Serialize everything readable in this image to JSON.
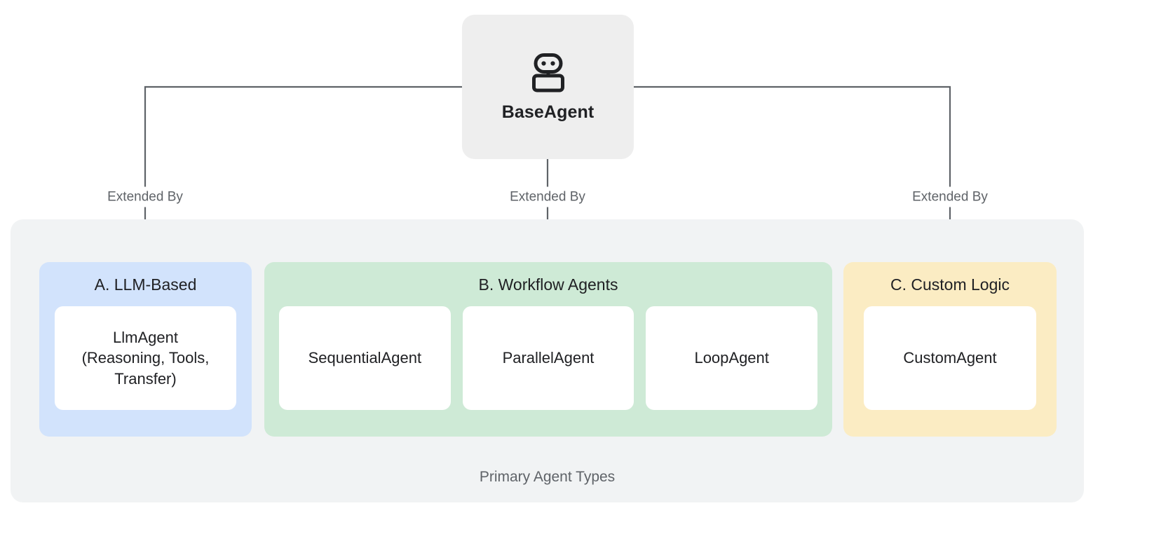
{
  "diagram": {
    "caption": "Primary Agent Types",
    "root": {
      "label": "BaseAgent",
      "icon": "robot-icon",
      "color": "#eeeeee"
    },
    "edges": [
      {
        "label": "Extended By",
        "target": "A. LLM-Based"
      },
      {
        "label": "Extended By",
        "target": "B. Workflow Agents"
      },
      {
        "label": "Extended By",
        "target": "C. Custom Logic"
      }
    ],
    "edge_color": "#5f6368",
    "container_color": "#f1f3f4",
    "groups": [
      {
        "key": "llm",
        "title": "A. LLM-Based",
        "color": "#d2e3fc",
        "cards": [
          {
            "label": "LlmAgent\n(Reasoning, Tools,\nTransfer)"
          }
        ]
      },
      {
        "key": "workflow",
        "title": "B. Workflow Agents",
        "color": "#ceead6",
        "cards": [
          {
            "label": "SequentialAgent"
          },
          {
            "label": "ParallelAgent"
          },
          {
            "label": "LoopAgent"
          }
        ]
      },
      {
        "key": "custom",
        "title": "C. Custom Logic",
        "color": "#fbecc3",
        "cards": [
          {
            "label": "CustomAgent"
          }
        ]
      }
    ]
  }
}
